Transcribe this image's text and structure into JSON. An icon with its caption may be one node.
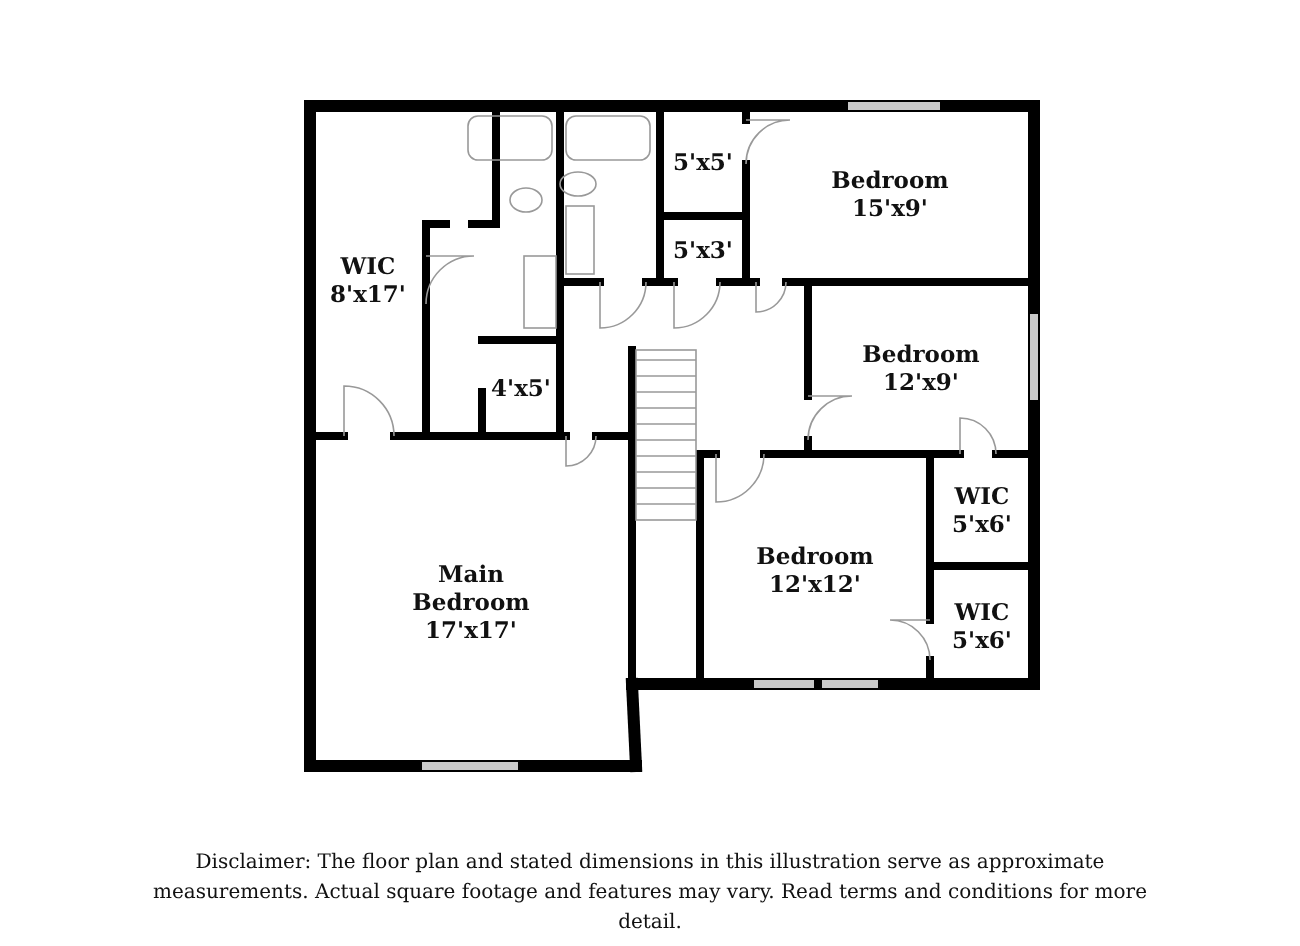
{
  "diagram": {
    "caption": "Disclaimer: The floor plan and stated dimensions in this illustration serve as approximate measurements. Actual square footage and features may vary. Read terms and conditions for more detail.",
    "nodes": [
      {
        "text": [
          "WIC",
          "8'x17'"
        ]
      },
      {
        "text": [
          "4'x5'"
        ]
      },
      {
        "text": [
          "5'x5'"
        ]
      },
      {
        "text": [
          "5'x3'"
        ]
      },
      {
        "text": [
          "Bedroom",
          "15'x9'"
        ]
      },
      {
        "text": [
          "Bedroom",
          "12'x9'"
        ]
      },
      {
        "text": [
          "Main Bedroom",
          "17'x17'"
        ]
      },
      {
        "text": [
          "Bedroom",
          "12'x12'"
        ]
      },
      {
        "text": [
          "WIC",
          "5'x6'"
        ]
      },
      {
        "text": [
          "WIC",
          "5'x6'"
        ]
      }
    ],
    "edges": []
  }
}
